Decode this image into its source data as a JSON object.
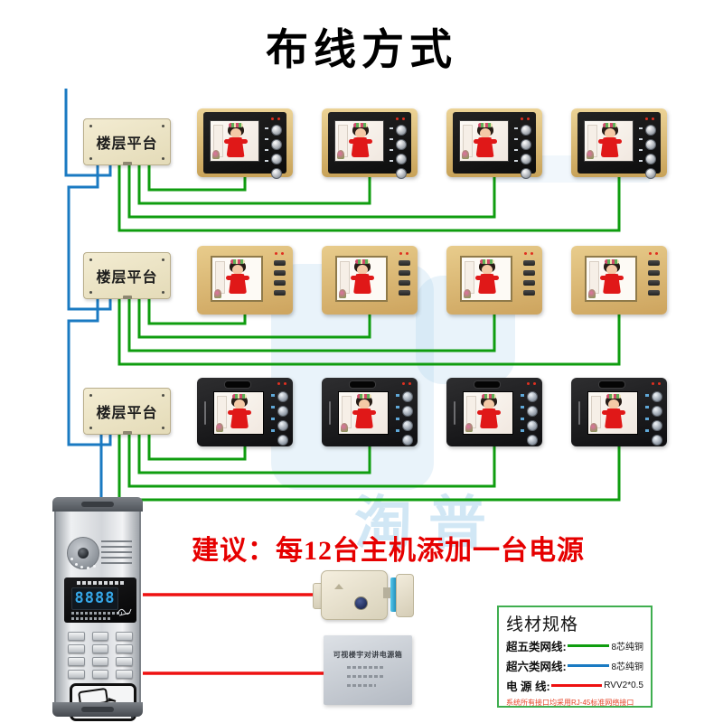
{
  "title": "布线方式",
  "watermark": "淘普",
  "suggestion": "建议：每12台主机添加一台电源",
  "floors": [
    {
      "label": "楼层平台",
      "variant": "v-goldblack"
    },
    {
      "label": "楼层平台",
      "variant": "v-gold"
    },
    {
      "label": "楼层平台",
      "variant": "v-black"
    }
  ],
  "monitors_per_floor": 4,
  "door_station": {
    "display_digits": "8888"
  },
  "power_box": {
    "label": "可视楼宇对讲电源箱"
  },
  "legend": {
    "title": "线材规格",
    "rows": [
      {
        "label": "超五类网线:",
        "spec": "8芯纯铜",
        "color": "#0f9d0f"
      },
      {
        "label": "超六类网线:",
        "spec": "8芯纯铜",
        "color": "#1a7ac2"
      },
      {
        "label": "电 源 线:",
        "spec": "RVV2*0.5",
        "color": "#ee1111"
      }
    ],
    "note": "系统所有接口均采用RJ-45标准网络接口"
  },
  "wire_colors": {
    "cat5e": "#0f9d0f",
    "cat6": "#1a7ac2",
    "power": "#ee1111"
  }
}
